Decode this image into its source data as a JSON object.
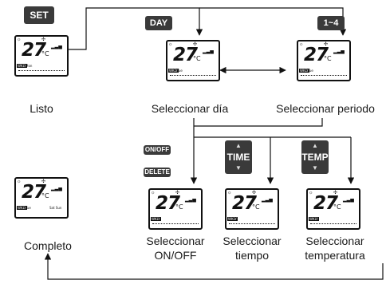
{
  "captions": {
    "listo": "Listo",
    "seleccionar_dia": "Seleccionar día",
    "seleccionar_periodo": "Seleccionar periodo",
    "completo": "Completo",
    "onoff_line1": "Seleccionar",
    "onoff_line2": "ON/OFF",
    "tiempo_line1": "Seleccionar",
    "tiempo_line2": "tiempo",
    "temp_line1": "Seleccionar",
    "temp_line2": "temperatura"
  },
  "buttons": {
    "set": "SET",
    "day": "DAY",
    "period": "1~4",
    "onoff": "ON/OFF",
    "delete": "DELETE",
    "time": "TIME",
    "temp": "TEMP"
  },
  "display": {
    "temperature": "27",
    "unit": "°C",
    "tag": "WKLY",
    "day_mon": "Mon",
    "day_tue": "Tue",
    "day_sat_sun": "Sat Sun"
  },
  "icons": {
    "mode": "sun-snow-icon",
    "fan": "fan-icon",
    "up_arrow": "triangle-up-icon",
    "down_arrow": "triangle-down-icon"
  },
  "colors": {
    "button_bg": "#3a3a3a",
    "line": "#111111"
  }
}
